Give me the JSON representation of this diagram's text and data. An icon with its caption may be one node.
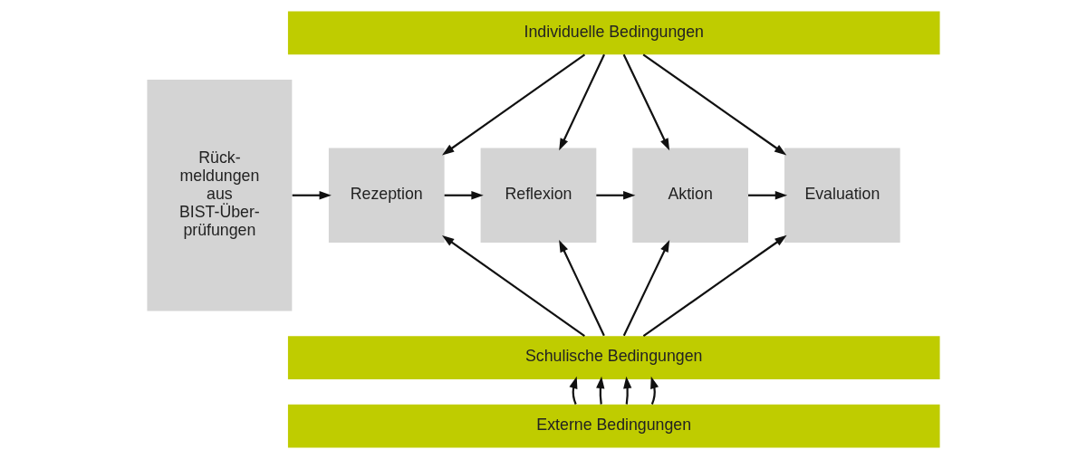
{
  "diagram": {
    "nodes": [
      {
        "text": [
          "Rück- meldungen aus BIST-Über- prüfungen"
        ]
      },
      {
        "text": [
          "Individuelle Bedingungen"
        ]
      },
      {
        "text": [
          "Rezeption"
        ]
      },
      {
        "text": [
          "Reflexion"
        ]
      },
      {
        "text": [
          "Aktion"
        ]
      },
      {
        "text": [
          "Evaluation"
        ]
      },
      {
        "text": [
          "Schulische Bedingungen"
        ]
      },
      {
        "text": [
          "Externe Bedingungen"
        ]
      }
    ],
    "edges": [
      {
        "from": 0,
        "to": 2,
        "arrow": "to"
      },
      {
        "from": 2,
        "to": 3,
        "arrow": "to"
      },
      {
        "from": 3,
        "to": 4,
        "arrow": "to"
      },
      {
        "from": 4,
        "to": 5,
        "arrow": "to"
      },
      {
        "from": 1,
        "to": 2,
        "arrow": "to"
      },
      {
        "from": 1,
        "to": 3,
        "arrow": "to"
      },
      {
        "from": 1,
        "to": 4,
        "arrow": "to"
      },
      {
        "from": 1,
        "to": 5,
        "arrow": "to"
      },
      {
        "from": 6,
        "to": 2,
        "arrow": "to"
      },
      {
        "from": 6,
        "to": 3,
        "arrow": "to"
      },
      {
        "from": 6,
        "to": 4,
        "arrow": "to"
      },
      {
        "from": 6,
        "to": 5,
        "arrow": "to"
      },
      {
        "from": 7,
        "to": 6,
        "arrow": "to"
      },
      {
        "from": 7,
        "to": 6,
        "arrow": "to"
      },
      {
        "from": 7,
        "to": 6,
        "arrow": "to"
      },
      {
        "from": 7,
        "to": 6,
        "arrow": "to"
      }
    ]
  }
}
